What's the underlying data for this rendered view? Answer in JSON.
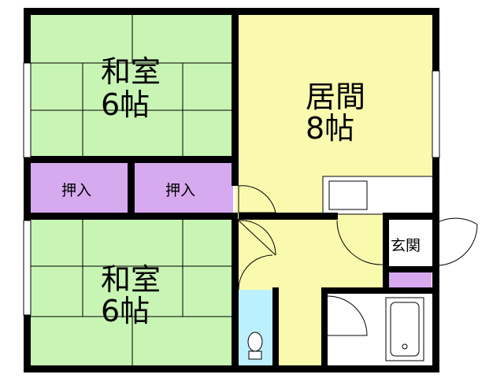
{
  "rooms": {
    "washitsu_top": {
      "name": "和室",
      "size": "6帖"
    },
    "washitsu_bottom": {
      "name": "和室",
      "size": "6帖"
    },
    "living": {
      "name": "居間",
      "size": "8帖"
    },
    "closet_left": {
      "name": "押入"
    },
    "closet_right": {
      "name": "押入"
    },
    "entrance": {
      "name": "玄関"
    }
  },
  "colors": {
    "tatami": "#c8f5b4",
    "living": "#fafaaf",
    "closet": "#d7aaf0",
    "bath": "#bdf0ff",
    "wall": "#000000",
    "background": "#ffffff"
  }
}
